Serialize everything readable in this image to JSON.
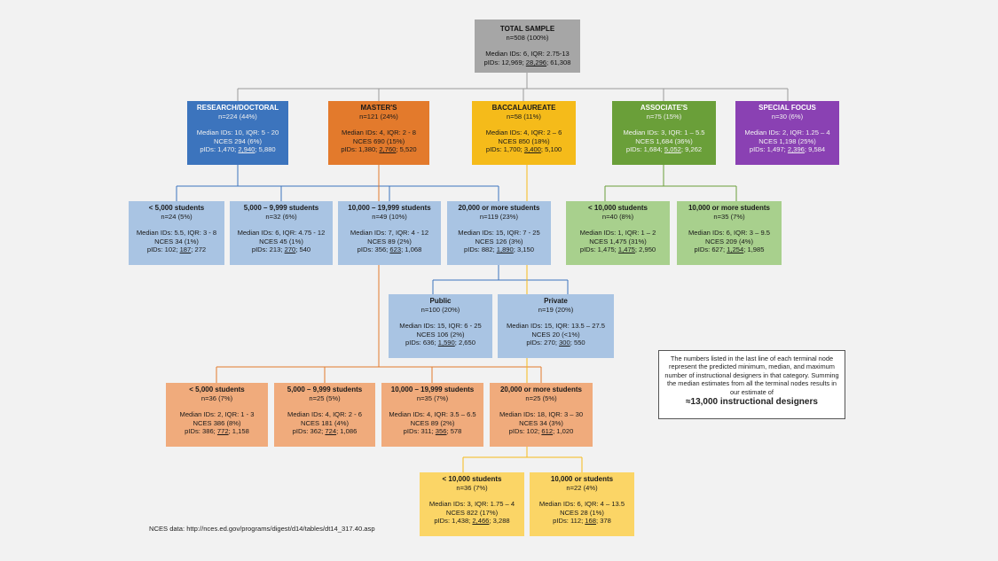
{
  "colors": {
    "gray": "#a6a6a6",
    "blue": "#3c74bd",
    "orange": "#e37a2c",
    "yellow": "#f5bb1a",
    "green": "#6a9f39",
    "purple": "#8a41b3",
    "light_blue": "#a9c4e3",
    "light_green": "#a8d08d",
    "light_orange": "#f0ab7c",
    "light_yellow": "#fbd566"
  },
  "nodes": {
    "total": {
      "title": "TOTAL SAMPLE",
      "n": "n=508 (100%)",
      "median": "Median IDs: 6, IQR: 2.75-13",
      "nces": "",
      "pids_pre": "pIDs: 12,969; ",
      "pids_med": "28,296",
      "pids_post": "; 61,308"
    },
    "research": {
      "title": "RESEARCH/DOCTORAL",
      "n": "n=224 (44%)",
      "median": "Median IDs: 10, IQR: 5 - 20",
      "nces": "NCES 294 (6%)",
      "pids_pre": "pIDs: 1,470; ",
      "pids_med": "2,940",
      "pids_post": "; 5,880"
    },
    "masters": {
      "title": "MASTER'S",
      "n": "n=121 (24%)",
      "median": "Median IDs: 4, IQR: 2 - 8",
      "nces": "NCES 690 (15%)",
      "pids_pre": "pIDs: 1,380; ",
      "pids_med": "2,760",
      "pids_post": "; 5,520"
    },
    "bacc": {
      "title": "BACCALAUREATE",
      "n": "n=58 (11%)",
      "median": "Median IDs: 4, IQR: 2 – 6",
      "nces": "NCES 850 (18%)",
      "pids_pre": "pIDs: 1,700; ",
      "pids_med": "3,400",
      "pids_post": "; 5,100"
    },
    "associate": {
      "title": "ASSOCIATE'S",
      "n": "n=75 (15%)",
      "median": "Median IDs: 3, IQR: 1 – 5.5",
      "nces": "NCES 1,684 (36%)",
      "pids_pre": "pIDs: 1,684; ",
      "pids_med": "5,052",
      "pids_post": "; 9,262"
    },
    "special": {
      "title": "SPECIAL FOCUS",
      "n": "n=30 (6%)",
      "median": "Median IDs: 2, IQR: 1.25 – 4",
      "nces": "NCES 1,198 (25%)",
      "pids_pre": "pIDs: 1,497; ",
      "pids_med": "2,396",
      "pids_post": "; 9,584"
    },
    "rd_lt5k": {
      "title": "< 5,000 students",
      "n": "n=24 (5%)",
      "median": "Median IDs: 5.5, IQR: 3 - 8",
      "nces": "NCES 34 (1%)",
      "pids_pre": "pIDs: 102; ",
      "pids_med": "187",
      "pids_post": "; 272"
    },
    "rd_5k": {
      "title": "5,000 – 9,999 students",
      "n": "n=32 (6%)",
      "median": "Median IDs: 6, IQR: 4.75 - 12",
      "nces": "NCES 45 (1%)",
      "pids_pre": "pIDs: 213; ",
      "pids_med": "270",
      "pids_post": "; 540"
    },
    "rd_10k": {
      "title": "10,000 – 19,999 students",
      "n": "n=49 (10%)",
      "median": "Median IDs: 7, IQR: 4 - 12",
      "nces": "NCES 89 (2%)",
      "pids_pre": "pIDs: 356; ",
      "pids_med": "623",
      "pids_post": "; 1,068"
    },
    "rd_20k": {
      "title": "20,000 or more students",
      "n": "n=119 (23%)",
      "median": "Median IDs: 15, IQR: 7 - 25",
      "nces": "NCES 126 (3%)",
      "pids_pre": "pIDs: 882; ",
      "pids_med": "1,890",
      "pids_post": "; 3,150"
    },
    "as_lt10k": {
      "title": "< 10,000 students",
      "n": "n=40 (8%)",
      "median": "Median IDs: 1, IQR: 1 – 2",
      "nces": "NCES 1,475 (31%)",
      "pids_pre": "pIDs: 1,475; ",
      "pids_med": "1,475",
      "pids_post": "; 2,950"
    },
    "as_10k": {
      "title": "10,000 or more students",
      "n": "n=35 (7%)",
      "median": "Median IDs: 6, IQR: 3 – 9.5",
      "nces": "NCES 209 (4%)",
      "pids_pre": "pIDs: 627; ",
      "pids_med": "1,254",
      "pids_post": "; 1,985"
    },
    "public": {
      "title": "Public",
      "n": "n=100 (20%)",
      "median": "Median IDs: 15, IQR: 6 - 25",
      "nces": "NCES 106 (2%)",
      "pids_pre": "pIDs: 636; ",
      "pids_med": "1,590",
      "pids_post": "; 2,650"
    },
    "private": {
      "title": "Private",
      "n": "n=19 (20%)",
      "median": "Median IDs: 15, IQR: 13.5 – 27.5",
      "nces": "NCES 20 (<1%)",
      "pids_pre": "pIDs: 270; ",
      "pids_med": "300",
      "pids_post": "; 550"
    },
    "ma_lt5k": {
      "title": "< 5,000 students",
      "n": "n=36 (7%)",
      "median": "Median IDs: 2, IQR: 1 - 3",
      "nces": "NCES 386 (8%)",
      "pids_pre": "pIDs: 386; ",
      "pids_med": "772",
      "pids_post": "; 1,158"
    },
    "ma_5k": {
      "title": "5,000 – 9,999 students",
      "n": "n=25 (5%)",
      "median": "Median IDs: 4, IQR: 2 - 6",
      "nces": "NCES 181 (4%)",
      "pids_pre": "pIDs: 362; ",
      "pids_med": "724",
      "pids_post": "; 1,086"
    },
    "ma_10k": {
      "title": "10,000 – 19,999 students",
      "n": "n=35 (7%)",
      "median": "Median IDs: 4, IQR: 3.5 – 6.5",
      "nces": "NCES 89 (2%)",
      "pids_pre": "pIDs: 311; ",
      "pids_med": "356",
      "pids_post": "; 578"
    },
    "ma_20k": {
      "title": "20,000 or more students",
      "n": "n=25 (5%)",
      "median": "Median IDs: 18, IQR: 3 – 30",
      "nces": "NCES 34 (3%)",
      "pids_pre": "pIDs: 102; ",
      "pids_med": "612",
      "pids_post": "; 1,020"
    },
    "ba_lt10k": {
      "title": "< 10,000 students",
      "n": "n=36 (7%)",
      "median": "Median IDs: 3, IQR: 1.75 – 4",
      "nces": "NCES 822 (17%)",
      "pids_pre": "pIDs: 1,438; ",
      "pids_med": "2,466",
      "pids_post": "; 3,288"
    },
    "ba_10k": {
      "title": "10,000 or students",
      "n": "n=22 (4%)",
      "median": "Median IDs: 6, IQR: 4 – 13.5",
      "nces": "NCES 28 (1%)",
      "pids_pre": "pIDs: 112; ",
      "pids_med": "168",
      "pids_post": "; 378"
    }
  },
  "note": {
    "text": "The numbers listed in the last line of each terminal node represent the predicted minimum, median, and maximum number of instructional designers in that category. Summing the median estimates from all the terminal nodes results in our estimate of",
    "estimate": "≈13,000 instructional designers"
  },
  "source": "NCES data: http://nces.ed.gov/programs/digest/d14/tables/dt14_317.40.asp"
}
